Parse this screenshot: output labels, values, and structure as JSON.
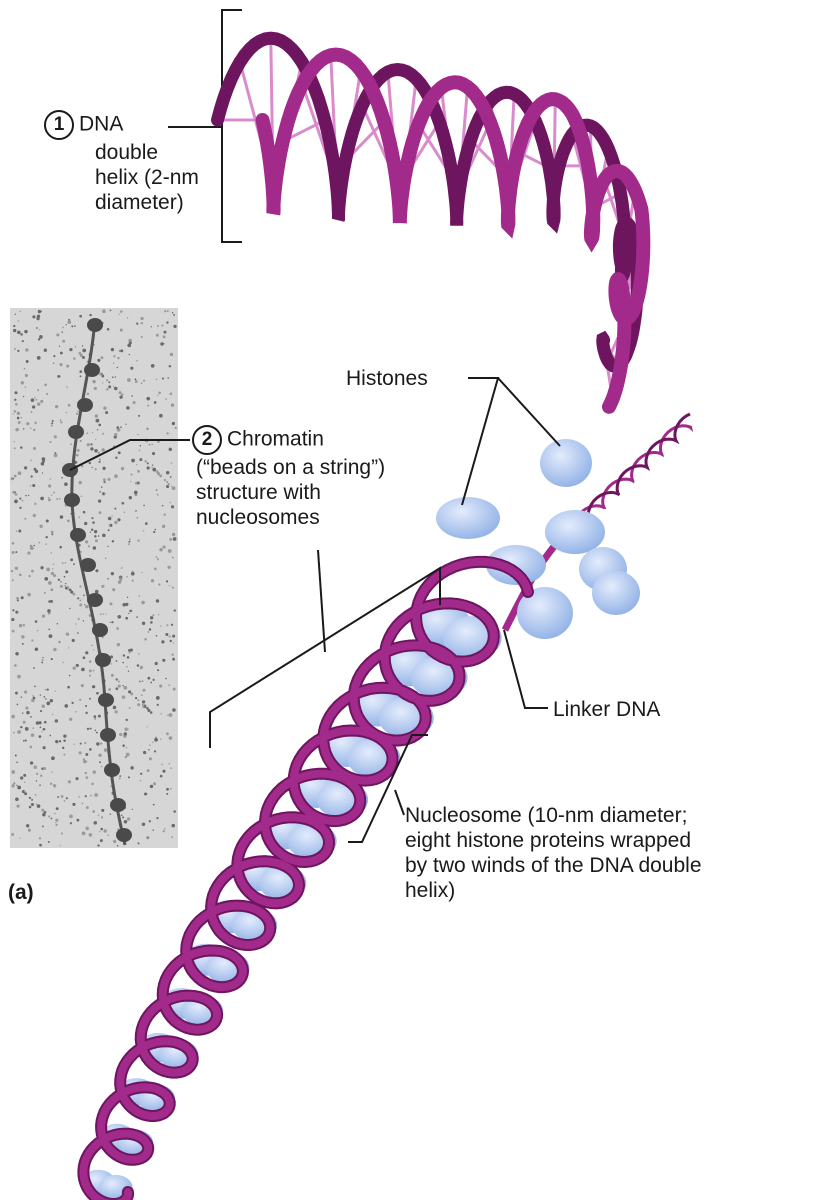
{
  "labels": {
    "dna": {
      "number": "1",
      "lines": [
        "DNA",
        "double",
        "helix (2-nm",
        "diameter)"
      ]
    },
    "chromatin": {
      "number": "2",
      "lines": [
        "Chromatin",
        "(“beads on a string”)",
        "structure with",
        "nucleosomes"
      ]
    },
    "histones": "Histones",
    "linker": "Linker DNA",
    "nucleosome": {
      "lines": [
        "Nucleosome (10-nm diameter;",
        "eight histone proteins wrapped",
        "by two winds of the DNA double",
        "helix)"
      ]
    },
    "panel": "(a)"
  },
  "colors": {
    "dna_strand": "#a12a8a",
    "dna_strand_dark": "#6e1560",
    "dna_rung": "#d98ccc",
    "histone": "#aac4ee",
    "histone_light": "#dbe6fb",
    "micrograph_bg": "#d8d8d8",
    "leader_line": "#1a1a1a"
  }
}
